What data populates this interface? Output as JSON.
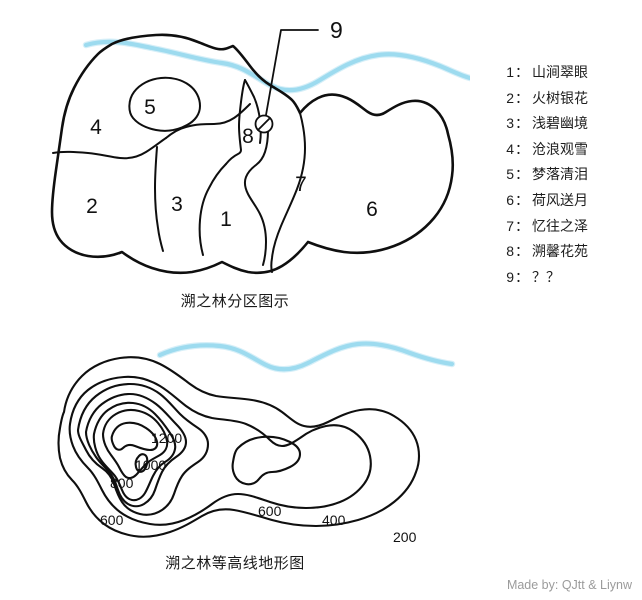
{
  "figures": {
    "zone_map": {
      "caption": "溯之林分区图示",
      "zone_labels": [
        "1",
        "2",
        "3",
        "4",
        "5",
        "6",
        "7",
        "8"
      ],
      "pointer_label": "9",
      "stream_color": "#9ad9ee",
      "ink_color": "#0f0f0f"
    },
    "contour_map": {
      "caption": "溯之林等高线地形图",
      "contour_labels": [
        "1200",
        "1000",
        "800",
        "600",
        "600",
        "400",
        "200"
      ],
      "elevations": [
        1200,
        1000,
        800,
        600,
        400,
        200
      ],
      "stream_color": "#9ad9ee",
      "ink_color": "#0f0f0f"
    }
  },
  "legend": {
    "separator": "：",
    "items": [
      {
        "key": "1",
        "name": "山涧翠眼"
      },
      {
        "key": "2",
        "name": "火树银花"
      },
      {
        "key": "3",
        "name": "浅碧幽境"
      },
      {
        "key": "4",
        "name": "沧浪观雪"
      },
      {
        "key": "5",
        "name": "梦落清泪"
      },
      {
        "key": "6",
        "name": "荷风送月"
      },
      {
        "key": "7",
        "name": "忆往之泽"
      },
      {
        "key": "8",
        "name": "溯馨花苑"
      },
      {
        "key": "9",
        "name": "？？"
      }
    ]
  },
  "credit": {
    "text": "Made by: QJtt & Liynw",
    "color": "#9b9b9b"
  }
}
